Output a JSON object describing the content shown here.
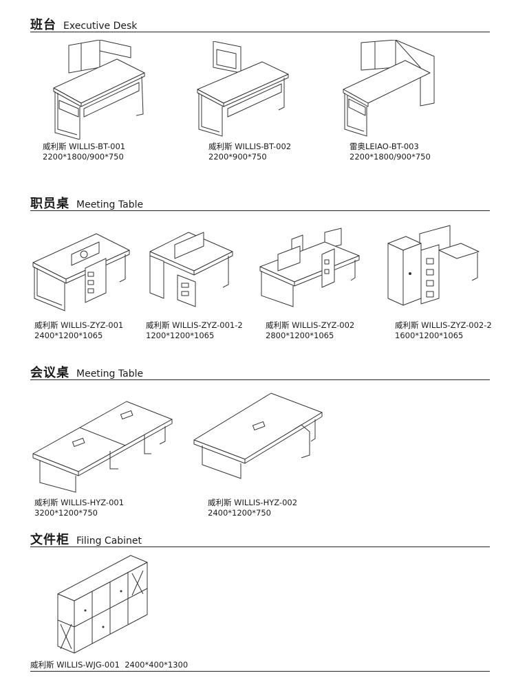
{
  "sections": [
    {
      "cn": "班台",
      "en": "Executive Desk"
    },
    {
      "cn": "职员桌",
      "en": "Meeting Table"
    },
    {
      "cn": "会议桌",
      "en": "Meeting Table"
    },
    {
      "cn": "文件柜",
      "en": "Filing Cabinet"
    }
  ],
  "products": [
    {
      "name": "威利斯 WILLIS-BT-001",
      "size": "2200*1800/900*750"
    },
    {
      "name": "威利斯 WILLIS-BT-002",
      "size": "2200*900*750"
    },
    {
      "name": "雷奥LEIAO-BT-003",
      "size": "2200*1800/900*750"
    },
    {
      "name": "威利斯 WILLIS-ZYZ-001",
      "size": "2400*1200*1065"
    },
    {
      "name": "威利斯 WILLIS-ZYZ-001-2",
      "size": "1200*1200*1065"
    },
    {
      "name": "威利斯 WILLIS-ZYZ-002",
      "size": "2800*1200*1065"
    },
    {
      "name": "威利斯 WILLIS-ZYZ-002-2",
      "size": "1600*1200*1065"
    },
    {
      "name": "威利斯 WILLIS-HYZ-001",
      "size": "3200*1200*750"
    },
    {
      "name": "威利斯 WILLIS-HYZ-002",
      "size": "2400*1200*750"
    },
    {
      "name": "威利斯 WILLIS-WJG-001",
      "size": "2400*400*1300"
    }
  ]
}
